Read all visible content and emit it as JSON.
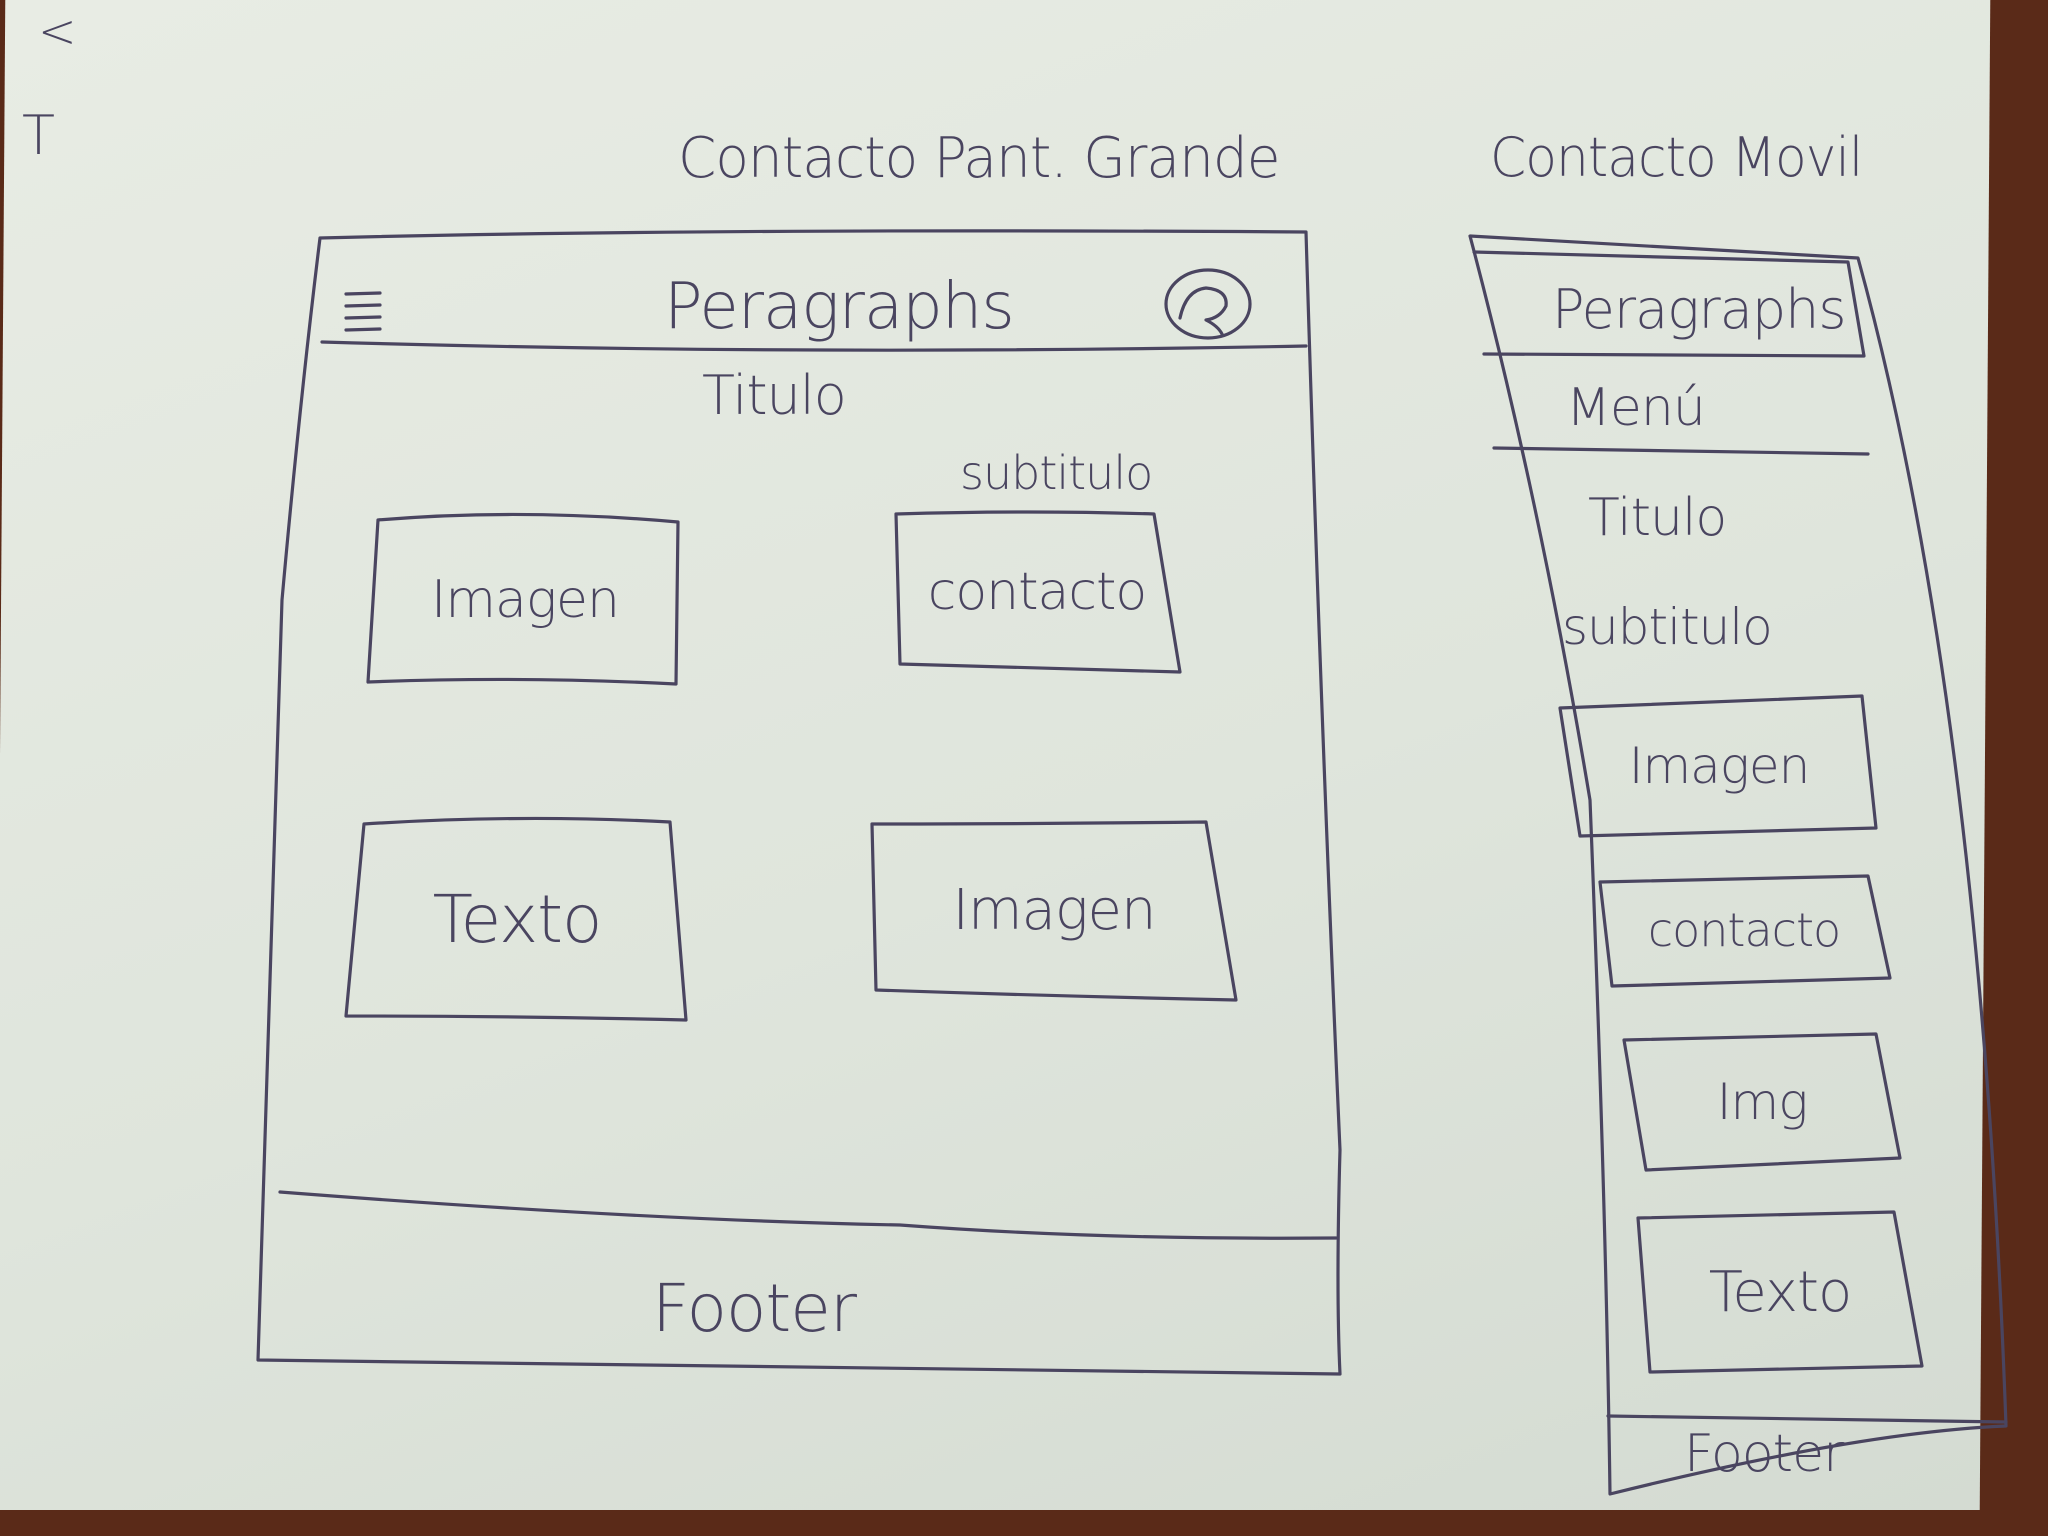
{
  "margin_marks": {
    "top": "<",
    "bottom": "T"
  },
  "headings": {
    "desktop": "Contacto Pant. Grande",
    "mobile": "Contacto Movil"
  },
  "desktop": {
    "menu_icon": "hamburger-icon",
    "brand": "Peragraphs",
    "avatar_icon": "user-avatar-icon",
    "title": "Titulo",
    "subtitle": "subtitulo",
    "blocks": {
      "image1": "Imagen",
      "contact": "contacto",
      "text": "Texto",
      "image2": "Imagen"
    },
    "footer": "Footer"
  },
  "mobile": {
    "brand": "Peragraphs",
    "menu": "Menú",
    "title": "Titulo",
    "subtitle": "subtitulo",
    "blocks": {
      "image": "Imagen",
      "contact": "contacto",
      "img": "Img",
      "text": "Texto"
    },
    "footer": "Footer"
  },
  "colors": {
    "ink": "#4a4560",
    "paper": "#e4e9e1",
    "desk": "#5a2a18"
  }
}
